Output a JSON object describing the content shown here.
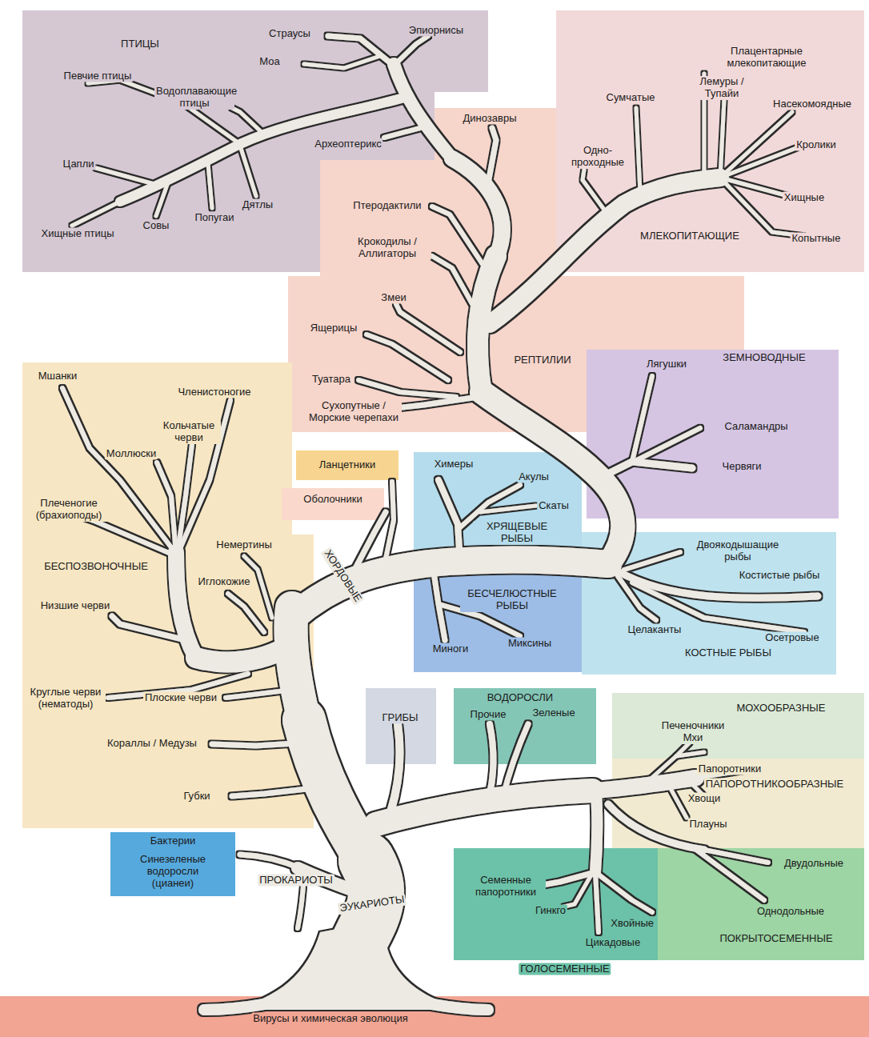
{
  "diagram": {
    "nodes": [
      {
        "text": [
          "ПТИЦЫ",
          "Страусы",
          "Эпиорнисы",
          "Моа",
          "Певчие птицы",
          "Водоплавающие птицы",
          "Археоптерикс",
          "Цапли",
          "Дятлы",
          "Попугаи",
          "Совы",
          "Хищные птицы"
        ]
      },
      {
        "text": [
          "Плацентарные млекопитающие",
          "Лемуры / Тупайи",
          "Сумчатые",
          "Насекомоядные",
          "Одно- проходные",
          "Кролики",
          "Хищные",
          "МЛЕКОПИТАЮЩИЕ",
          "Копытные"
        ]
      },
      {
        "text": [
          "Динозавры",
          "Птеродактили",
          "Крокодилы / Аллигаторы",
          "Змеи",
          "Ящерицы",
          "РЕПТИЛИИ",
          "Туатара",
          "Сухопутные / Морские черепахи"
        ]
      },
      {
        "text": [
          "Лягушки",
          "ЗЕМНОВОДНЫЕ",
          "Саламандры",
          "Червяги"
        ]
      },
      {
        "text": [
          "Мшанки",
          "Членистоногие",
          "Кольчатые черви",
          "Моллюски",
          "Плеченогие (брахиоподы)",
          "Немертины",
          "БЕСПОЗВОНОЧНЫЕ",
          "Иглокожие",
          "Низшие черви",
          "Плоские черви",
          "Круглые черви (нематоды)",
          "Кораллы / Медузы",
          "Губки"
        ]
      },
      {
        "text": [
          "Ланцетники"
        ]
      },
      {
        "text": [
          "Химеры",
          "Акулы",
          "Скаты",
          "ХРЯЩЕВЫЕ РЫБЫ"
        ]
      },
      {
        "text": [
          "Оболочники"
        ]
      },
      {
        "text": [
          "Двоякодышащие рыбы",
          "Костистые рыбы",
          "Целаканты",
          "Осетровые",
          "КОСТНЫЕ РЫБЫ"
        ]
      },
      {
        "text": [
          "БЕСЧЕЛЮСТНЫЕ РЫБЫ",
          "Миноги",
          "Миксины"
        ]
      },
      {
        "text": [
          "ГРИБЫ"
        ]
      },
      {
        "text": [
          "ВОДОРОСЛИ",
          "Прочие",
          "Зеленые"
        ]
      },
      {
        "text": [
          "МОХООБРАЗНЫЕ",
          "Печеночники Мхи"
        ]
      },
      {
        "text": [
          "Папоротники",
          "ПАПОРОТНИКООБРАЗНЫЕ",
          "Хвощи",
          "Плауны"
        ]
      },
      {
        "text": [
          "Бактерии",
          "Синезеленые водоросли (цианеи)"
        ]
      },
      {
        "text": [
          "Семенные папоротники",
          "Гинкго",
          "Хвойные",
          "Цикадовые",
          "ГОЛОСЕМЕННЫЕ"
        ]
      },
      {
        "text": [
          "Двудольные",
          "Однодольные",
          "ПОКРЫТОСЕМЕННЫЕ"
        ]
      },
      {
        "text": [
          "Вирусы и химическая эволюция"
        ]
      }
    ],
    "labels": [
      "ХОРДОВЫЕ",
      "ПРОКАРИОТЫ",
      "ЭУКАРИОТЫ"
    ]
  }
}
